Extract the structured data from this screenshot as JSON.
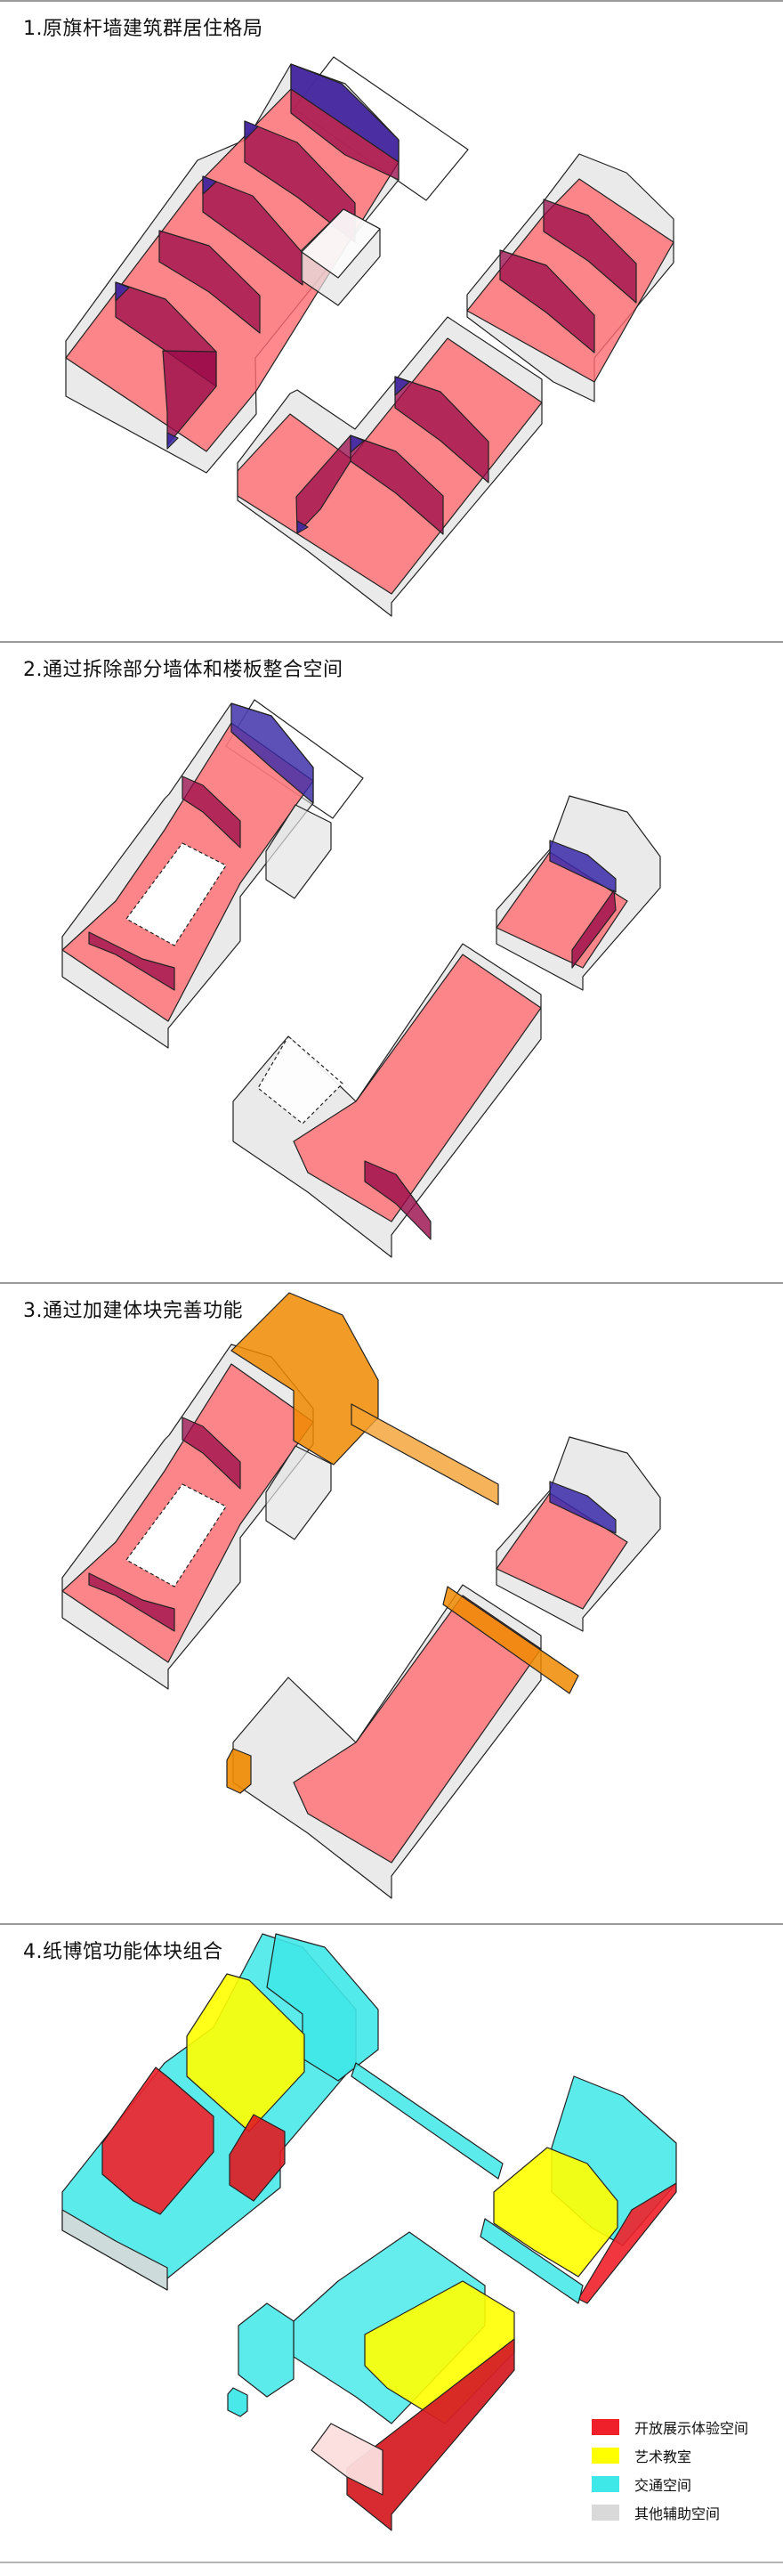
{
  "panels": [
    {
      "id": 1,
      "title": "1.原旗杆墙建筑群居住格局"
    },
    {
      "id": 2,
      "title": "2.通过拆除部分墙体和楼板整合空间"
    },
    {
      "id": 3,
      "title": "3.通过加建体块完善功能"
    },
    {
      "id": 4,
      "title": "4.纸博馆功能体块组合"
    }
  ],
  "legend": {
    "items": [
      {
        "label": "开放展示体验空间",
        "color": "#f0202a"
      },
      {
        "label": "艺术教室",
        "color": "#ffff00"
      },
      {
        "label": "交通空间",
        "color": "#3fe8e8"
      },
      {
        "label": "其他辅助空间",
        "color": "#d9d9d9"
      }
    ]
  },
  "colors": {
    "envelope": "#d9d9d9",
    "floor_slab": "#ff6b70",
    "roof_wall": "#9a0a4a",
    "removed_wall": "#3a2aaa",
    "addition": "#f08a00",
    "exhibition": "#f0202a",
    "classroom": "#ffff00",
    "circulation": "#3fe8e8",
    "auxiliary": "#d9d9d9"
  }
}
